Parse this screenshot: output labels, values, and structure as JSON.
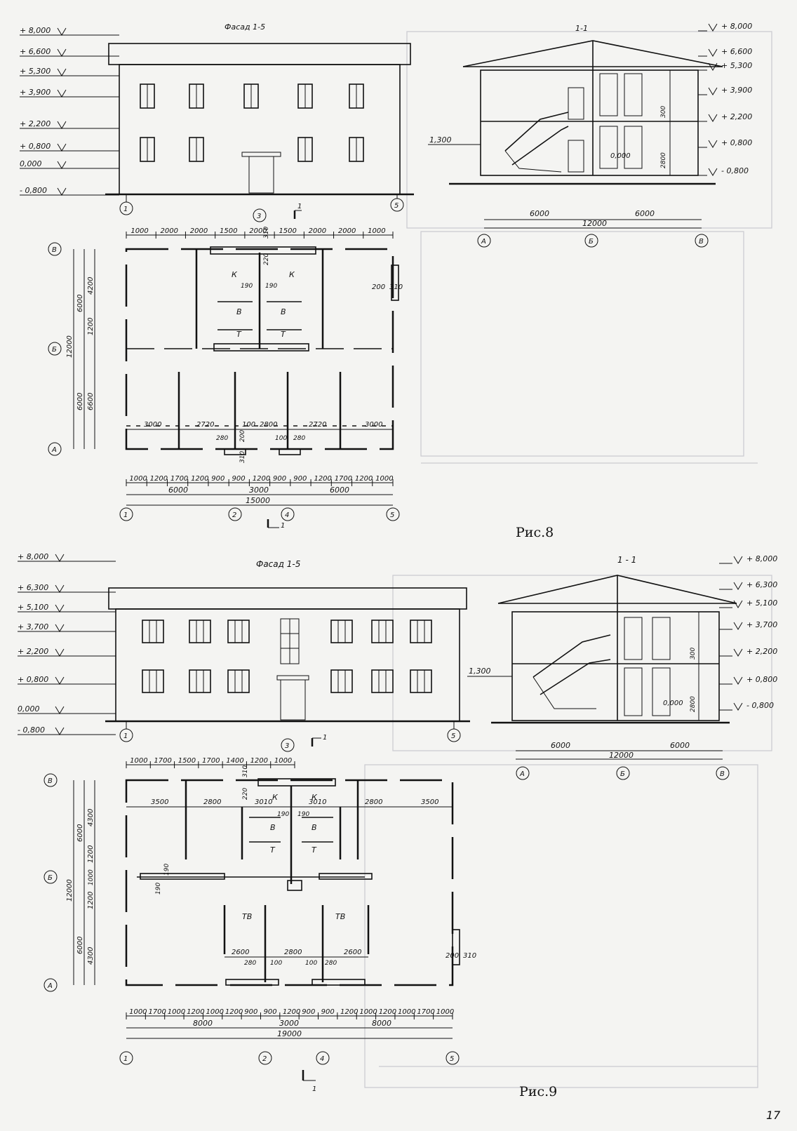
{
  "fig8": {
    "caption": "Рис.8",
    "facade": {
      "title": "Фасад 1-5",
      "levels": [
        "+ 8,000",
        "+ 6,600",
        "+ 5,300",
        "+ 3,900",
        "+ 2,200",
        "+ 0,800",
        "0,000",
        "- 0,800"
      ],
      "axes": [
        "1",
        "5"
      ],
      "cut": "1"
    },
    "section": {
      "title": "1-1",
      "levels": [
        "+ 8,000",
        "+ 6,600",
        "+ 5,300",
        "+ 3,900",
        "+ 2,200",
        "+ 0,800",
        "- 0,800"
      ],
      "left_level": "1,300",
      "floor_level": "0,000",
      "dims": [
        "6000",
        "6000",
        "12000",
        "300",
        "2800"
      ],
      "axes": [
        "А",
        "Б",
        "В"
      ]
    },
    "plan": {
      "top_dims": [
        "1000",
        "2000",
        "2000",
        "1500",
        "2000",
        "1500",
        "2000",
        "2000",
        "1000"
      ],
      "stair_dims": [
        "310",
        "220",
        "190",
        "190",
        "200",
        "310"
      ],
      "rooms": [
        "К",
        "К",
        "В",
        "В",
        "Т",
        "Т"
      ],
      "left_dims": [
        "4200",
        "1200",
        "6600",
        "6000",
        "6000",
        "12000"
      ],
      "room_dims": [
        "3000",
        "2720",
        "100",
        "2800",
        "2720",
        "3000",
        "280",
        "200",
        "100",
        "280",
        "310"
      ],
      "bottom_dims": [
        "1000",
        "1200",
        "1700",
        "1200",
        "900",
        "900",
        "1200",
        "900",
        "900",
        "1200",
        "1700",
        "1200",
        "1000"
      ],
      "bottom_totals": [
        "6000",
        "3000",
        "6000",
        "15000"
      ],
      "axes_rows": [
        "В",
        "Б",
        "А"
      ],
      "axes_cols": [
        "1",
        "2",
        "3",
        "4",
        "5"
      ],
      "cut": "1"
    }
  },
  "fig9": {
    "caption": "Рис.9",
    "facade": {
      "title": "Фасад 1-5",
      "levels": [
        "+ 8,000",
        "+ 6,300",
        "+ 5,100",
        "+ 3,700",
        "+ 2,200",
        "+ 0,800",
        "0,000",
        "- 0,800"
      ],
      "axes": [
        "1",
        "5"
      ],
      "cut": "1"
    },
    "section": {
      "title": "1 - 1",
      "levels": [
        "+ 8,000",
        "+ 6,300",
        "+ 5,100",
        "+ 3,700",
        "+ 2,200",
        "+ 0,800",
        "- 0,800"
      ],
      "left_level": "1,300",
      "floor_level": "0,000",
      "dims": [
        "6000",
        "6000",
        "12000",
        "300",
        "2800"
      ],
      "axes": [
        "А",
        "Б",
        "В"
      ]
    },
    "plan": {
      "top_dims": [
        "1000",
        "1700",
        "1500",
        "1700",
        "1400",
        "1200",
        "1000"
      ],
      "stair_dims": [
        "310",
        "220",
        "190",
        "190",
        "190",
        "190",
        "200",
        "310"
      ],
      "rooms": [
        "К",
        "К",
        "В",
        "В",
        "Т",
        "Т",
        "ТВ",
        "ТВ"
      ],
      "room_dims": [
        "3500",
        "2800",
        "3010",
        "3010",
        "2800",
        "3500",
        "2600",
        "280",
        "100",
        "2800",
        "100",
        "280",
        "2600"
      ],
      "left_dims": [
        "4300",
        "1200",
        "1000",
        "1200",
        "4300",
        "6000",
        "6000",
        "12000"
      ],
      "bottom_dims": [
        "1000",
        "1700",
        "1000",
        "1200",
        "1000",
        "1200",
        "900",
        "900",
        "1200",
        "900",
        "900",
        "1200",
        "1000",
        "1200",
        "1000",
        "1700",
        "1000"
      ],
      "bottom_totals": [
        "8000",
        "3000",
        "8000",
        "19000"
      ],
      "axes_rows": [
        "В",
        "Б",
        "А"
      ],
      "axes_cols": [
        "1",
        "2",
        "3",
        "4",
        "5"
      ],
      "cut": "1"
    }
  },
  "page_number": "17"
}
